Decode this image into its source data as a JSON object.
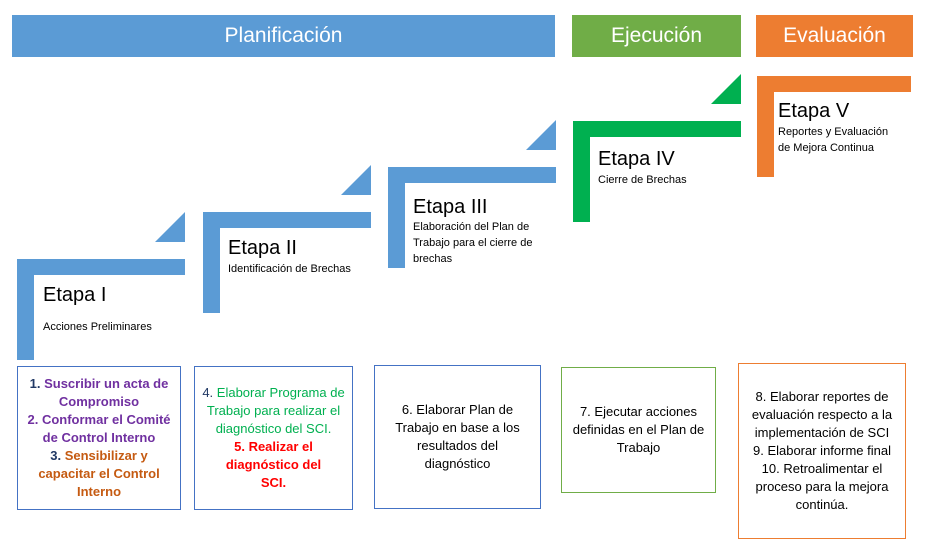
{
  "phases": {
    "planificacion": "Planificación",
    "ejecucion": "Ejecución",
    "evaluacion": "Evaluación"
  },
  "stages": [
    {
      "title": "Etapa I",
      "desc": "Acciones Preliminares"
    },
    {
      "title": "Etapa II",
      "desc": "Identificación de Brechas"
    },
    {
      "title": "Etapa III",
      "desc": "Elaboración del Plan de Trabajo para el cierre de brechas"
    },
    {
      "title": "Etapa IV",
      "desc": "Cierre de Brechas"
    },
    {
      "title": "Etapa V",
      "desc": "Reportes y Evaluación de Mejora Continua"
    }
  ],
  "boxes": {
    "b1": {
      "i1_num": "1. ",
      "i1_text": "Suscribir un acta de Compromiso",
      "i2_num": "2. ",
      "i2_text": "Conformar el Comité de Control Interno",
      "i3_num": "3. ",
      "i3_text": "Sensibilizar y capacitar el Control Interno"
    },
    "b2": {
      "i4_num": "4. ",
      "i4_text": "Elaborar Programa de Trabajo para realizar el diagnóstico del SCI.",
      "i5": "5. Realizar el diagnóstico del SCI."
    },
    "b3": {
      "text": "6.  Elaborar Plan de Trabajo en base a los resultados del diagnóstico"
    },
    "b4": {
      "text": "7. Ejecutar acciones definidas en el Plan de Trabajo"
    },
    "b5": {
      "i8": "8. Elaborar reportes de evaluación respecto a la implementación de SCI",
      "i9": "9. Elaborar informe final",
      "i10": "10. Retroalimentar el proceso para la mejora continúa."
    }
  },
  "colors": {
    "blue": "#5b9bd5",
    "green": "#00b050",
    "orange": "#ed7d31",
    "purple": "#7030a0",
    "brown": "#c55a11",
    "red": "#ff0000",
    "green_text": "#00b050",
    "box_blue": "#4472c4",
    "box_green": "#70ad47",
    "box_orange": "#ed7d31"
  }
}
